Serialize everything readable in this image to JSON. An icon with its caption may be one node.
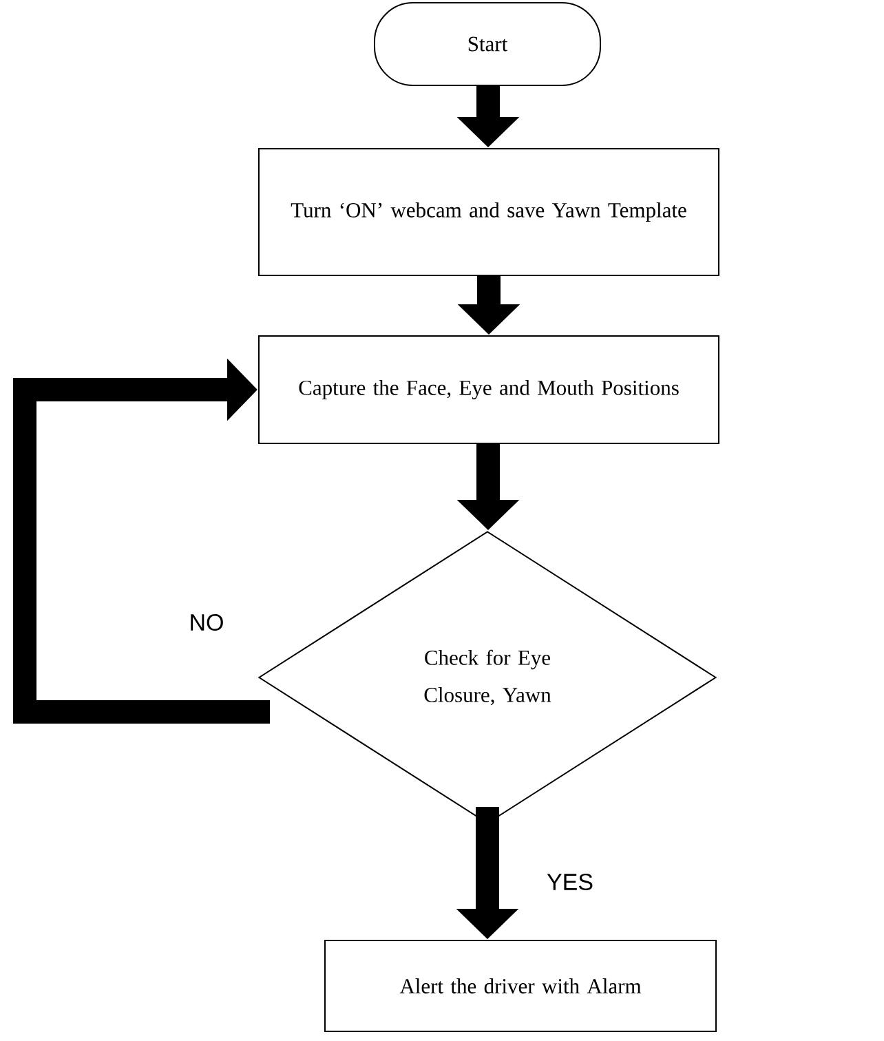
{
  "diagram": {
    "nodes": [
      {
        "text": [
          "Start"
        ]
      },
      {
        "text": [
          "Turn ‘ON’ webcam and save Yawn Template"
        ]
      },
      {
        "text": [
          "Capture the Face, Eye and Mouth Positions"
        ]
      },
      {
        "text": [
          "Check for Eye Closure, Yawn"
        ]
      },
      {
        "text": [
          "Alert the driver with Alarm"
        ]
      }
    ],
    "edges": [
      {
        "from": 0,
        "to": 1,
        "arrow": "to"
      },
      {
        "from": 1,
        "to": 2,
        "arrow": "to"
      },
      {
        "from": 2,
        "to": 3,
        "arrow": "to"
      },
      {
        "from": 3,
        "to": 4,
        "arrow": "to",
        "label": "YES"
      },
      {
        "from": 3,
        "to": 2,
        "arrow": "to",
        "label": "NO"
      }
    ]
  }
}
